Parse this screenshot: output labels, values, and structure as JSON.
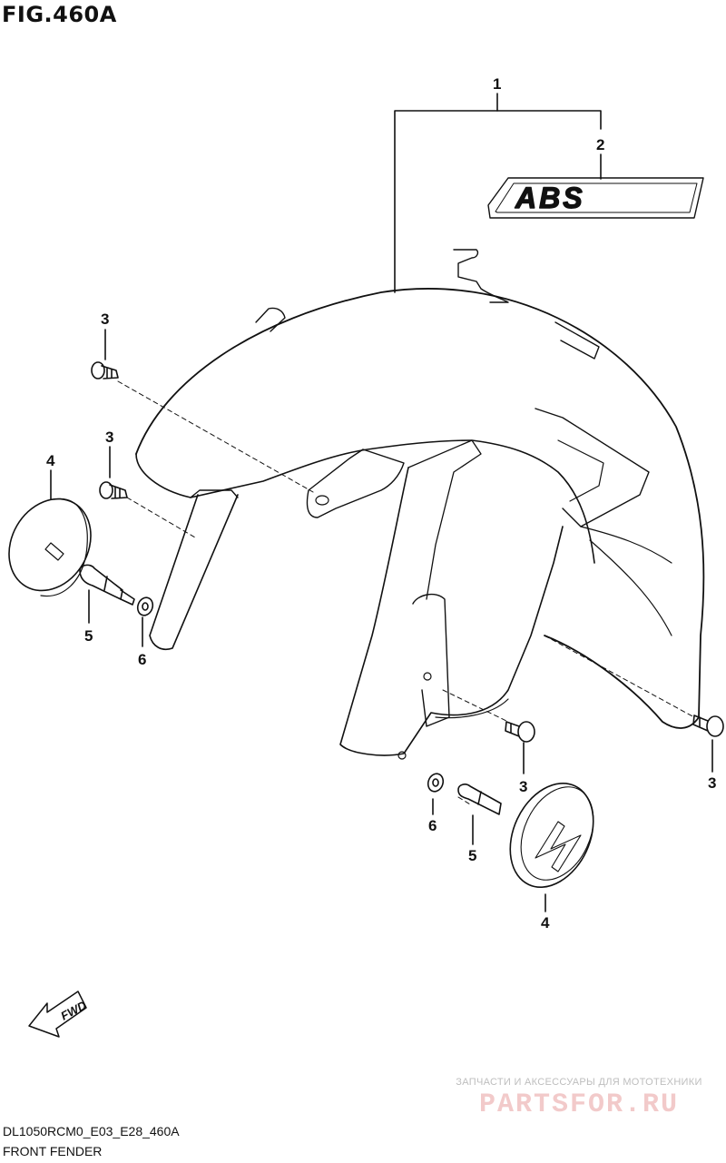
{
  "figure": {
    "title": "FIG.460A",
    "code": "DL1050RCM0_E03_E28_460A",
    "caption": "FRONT FENDER"
  },
  "callouts": [
    {
      "id": "c1",
      "label": "1"
    },
    {
      "id": "c2",
      "label": "2"
    },
    {
      "id": "c3a",
      "label": "3"
    },
    {
      "id": "c3b",
      "label": "3"
    },
    {
      "id": "c3c",
      "label": "3"
    },
    {
      "id": "c3d",
      "label": "3"
    },
    {
      "id": "c4a",
      "label": "4"
    },
    {
      "id": "c4b",
      "label": "4"
    },
    {
      "id": "c5a",
      "label": "5"
    },
    {
      "id": "c5b",
      "label": "5"
    },
    {
      "id": "c6a",
      "label": "6"
    },
    {
      "id": "c6b",
      "label": "6"
    }
  ],
  "emblem": {
    "text": "ABS"
  },
  "direction_marker": {
    "text": "FWD"
  },
  "watermark": {
    "tagline": "ЗАПЧАСТИ И АКСЕССУАРЫ ДЛЯ МОТОТЕХНИКИ",
    "brand": "PARTSFOR.RU"
  },
  "colors": {
    "line": "#111111",
    "watermark_brand": "#e8a0a0"
  }
}
